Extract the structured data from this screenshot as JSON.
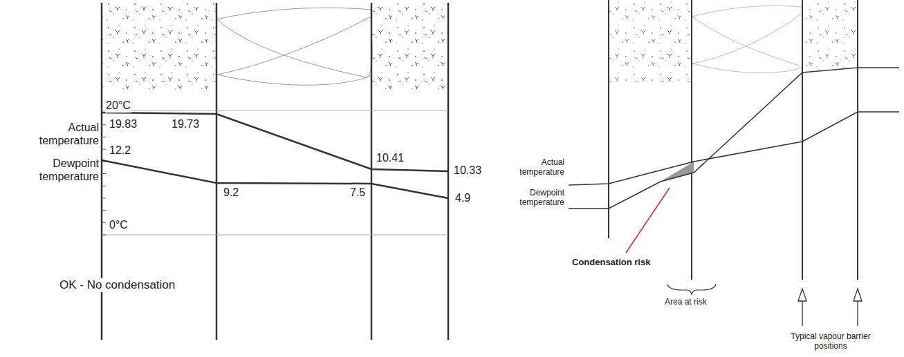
{
  "diagram": {
    "labels": [
      "20°C",
      "Actual temperature",
      "19.83",
      "19.73",
      "12.2",
      "Dewpoint temperature",
      "9.2",
      "7.5",
      "10.41",
      "10.33",
      "4.9",
      "0°C",
      "OK - No condensation",
      "Actual temperature",
      "Dewpoint temperature",
      "Condensation risk",
      "Area at risk",
      "Typical vapour barrier positions"
    ]
  }
}
